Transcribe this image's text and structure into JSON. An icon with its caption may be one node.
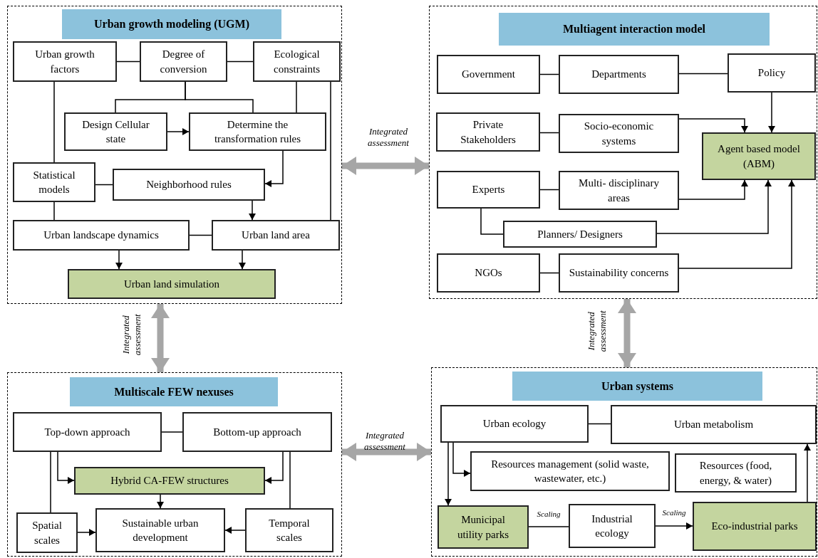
{
  "diagram": {
    "nodes": [
      {
        "text": [],
        "shape": "box"
      },
      {
        "text": [
          "Urban growth modeling (UGM)"
        ],
        "in": 0
      },
      {
        "text": [
          "Urban growth factors"
        ],
        "in": 0
      },
      {
        "text": [
          "Degree of conversion"
        ],
        "in": 0
      },
      {
        "text": [
          "Ecological constraints"
        ],
        "in": 0
      },
      {
        "text": [
          "Design Cellular state"
        ],
        "in": 0
      },
      {
        "text": [
          "Determine the transformation rules"
        ],
        "in": 0
      },
      {
        "text": [
          "Statistical models"
        ],
        "in": 0
      },
      {
        "text": [
          "Neighborhood rules"
        ],
        "in": 0
      },
      {
        "text": [
          "Urban landscape dynamics"
        ],
        "in": 0
      },
      {
        "text": [
          "Urban land area"
        ],
        "in": 0
      },
      {
        "text": [
          "Urban land simulation"
        ],
        "in": 0
      },
      {
        "text": [],
        "shape": "box"
      },
      {
        "text": [
          "Multiagent interaction model"
        ],
        "in": 12
      },
      {
        "text": [
          "Government"
        ],
        "in": 12
      },
      {
        "text": [
          "Departments"
        ],
        "in": 12
      },
      {
        "text": [
          "Policy"
        ],
        "in": 12
      },
      {
        "text": [
          "Private Stakeholders"
        ],
        "in": 12
      },
      {
        "text": [
          "Socio-economic systems"
        ],
        "in": 12
      },
      {
        "text": [
          "Agent based model (ABM)"
        ],
        "in": 12
      },
      {
        "text": [
          "Experts"
        ],
        "in": 12
      },
      {
        "text": [
          "Multi- disciplinary areas"
        ],
        "in": 12
      },
      {
        "text": [
          "Planners/ Designers"
        ],
        "in": 12
      },
      {
        "text": [
          "NGOs"
        ],
        "in": 12
      },
      {
        "text": [
          "Sustainability concerns"
        ],
        "in": 12
      },
      {
        "text": [],
        "shape": "box"
      },
      {
        "text": [
          "Multiscale FEW nexuses"
        ],
        "in": 25
      },
      {
        "text": [
          "Top-down approach"
        ],
        "in": 25
      },
      {
        "text": [
          "Bottom-up approach"
        ],
        "in": 25
      },
      {
        "text": [
          "Hybrid CA-FEW structures"
        ],
        "in": 25
      },
      {
        "text": [
          "Spatial scales"
        ],
        "in": 25
      },
      {
        "text": [
          "Sustainable urban development"
        ],
        "in": 25
      },
      {
        "text": [
          "Temporal scales"
        ],
        "in": 25
      },
      {
        "text": [],
        "shape": "box"
      },
      {
        "text": [
          "Urban systems"
        ],
        "in": 33
      },
      {
        "text": [
          "Urban ecology"
        ],
        "in": 33
      },
      {
        "text": [
          "Urban metabolism"
        ],
        "in": 33
      },
      {
        "text": [
          "Resources management (solid waste, wastewater, etc.)"
        ],
        "in": 33
      },
      {
        "text": [
          "Resources (food, energy, & water)"
        ],
        "in": 33
      },
      {
        "text": [
          "Municipal utility parks"
        ],
        "in": 33
      },
      {
        "text": [
          "Industrial ecology"
        ],
        "in": 33
      },
      {
        "text": [
          "Eco-industrial parks"
        ],
        "in": 33
      }
    ],
    "edges": [
      {
        "from": 2,
        "to": 3,
        "arrow": "none"
      },
      {
        "from": 3,
        "to": 4,
        "arrow": "none"
      },
      {
        "from": 3,
        "to": 5,
        "arrow": "none"
      },
      {
        "from": 3,
        "to": 6,
        "arrow": "none"
      },
      {
        "from": 4,
        "to": 6,
        "arrow": "none"
      },
      {
        "from": 5,
        "to": 6,
        "arrow": "to"
      },
      {
        "from": 2,
        "to": 7,
        "arrow": "none"
      },
      {
        "from": 6,
        "to": 8,
        "arrow": "to"
      },
      {
        "from": 7,
        "to": 8,
        "arrow": "none"
      },
      {
        "from": 8,
        "to": 10,
        "arrow": "to"
      },
      {
        "from": 7,
        "to": 9,
        "arrow": "none"
      },
      {
        "from": 9,
        "to": 10,
        "arrow": "none"
      },
      {
        "from": 4,
        "to": 10,
        "arrow": "none"
      },
      {
        "from": 9,
        "to": 11,
        "arrow": "to"
      },
      {
        "from": 10,
        "to": 11,
        "arrow": "to"
      },
      {
        "from": 14,
        "to": 15,
        "arrow": "none"
      },
      {
        "from": 15,
        "to": 16,
        "arrow": "none"
      },
      {
        "from": 16,
        "to": 19,
        "arrow": "to"
      },
      {
        "from": 17,
        "to": 18,
        "arrow": "none"
      },
      {
        "from": 18,
        "to": 19,
        "arrow": "to"
      },
      {
        "from": 20,
        "to": 21,
        "arrow": "none"
      },
      {
        "from": 21,
        "to": 19,
        "arrow": "to"
      },
      {
        "from": 20,
        "to": 22,
        "arrow": "none"
      },
      {
        "from": 22,
        "to": 19,
        "arrow": "to"
      },
      {
        "from": 23,
        "to": 24,
        "arrow": "none"
      },
      {
        "from": 24,
        "to": 19,
        "arrow": "to"
      },
      {
        "from": 27,
        "to": 28,
        "arrow": "none"
      },
      {
        "from": 27,
        "to": 29,
        "arrow": "to"
      },
      {
        "from": 28,
        "to": 29,
        "arrow": "to"
      },
      {
        "from": 29,
        "to": 31,
        "arrow": "to"
      },
      {
        "from": 27,
        "to": 30,
        "arrow": "none"
      },
      {
        "from": 28,
        "to": 32,
        "arrow": "none"
      },
      {
        "from": 30,
        "to": 31,
        "arrow": "to"
      },
      {
        "from": 32,
        "to": 31,
        "arrow": "to"
      },
      {
        "from": 35,
        "to": 36,
        "arrow": "none"
      },
      {
        "from": 35,
        "to": 37,
        "arrow": "to"
      },
      {
        "from": 35,
        "to": 39,
        "arrow": "to"
      },
      {
        "from": 39,
        "to": 40,
        "arrow": "none",
        "label": "Scaling"
      },
      {
        "from": 40,
        "to": 41,
        "arrow": "to",
        "label": "Scaling"
      },
      {
        "from": 41,
        "to": 36,
        "arrow": "to"
      },
      {
        "from": 0,
        "to": 12,
        "arrow": "both",
        "label": "Integrated assessment",
        "style": "thick",
        "color": "#a6a6a6"
      },
      {
        "from": 0,
        "to": 25,
        "arrow": "both",
        "label": "Integrated assessment",
        "style": "thick",
        "color": "#a6a6a6"
      },
      {
        "from": 12,
        "to": 33,
        "arrow": "both",
        "label": "Integrated assessment",
        "style": "thick",
        "color": "#a6a6a6"
      },
      {
        "from": 25,
        "to": 33,
        "arrow": "both",
        "label": "Integrated assessment",
        "style": "thick",
        "color": "#a6a6a6"
      }
    ]
  }
}
